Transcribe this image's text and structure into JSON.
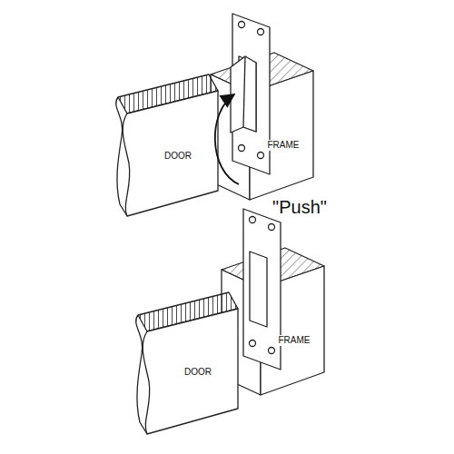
{
  "diagram": {
    "labels": [
      "DOOR",
      "FRAME",
      "\"Push\"",
      "DOOR",
      "FRAME"
    ]
  }
}
